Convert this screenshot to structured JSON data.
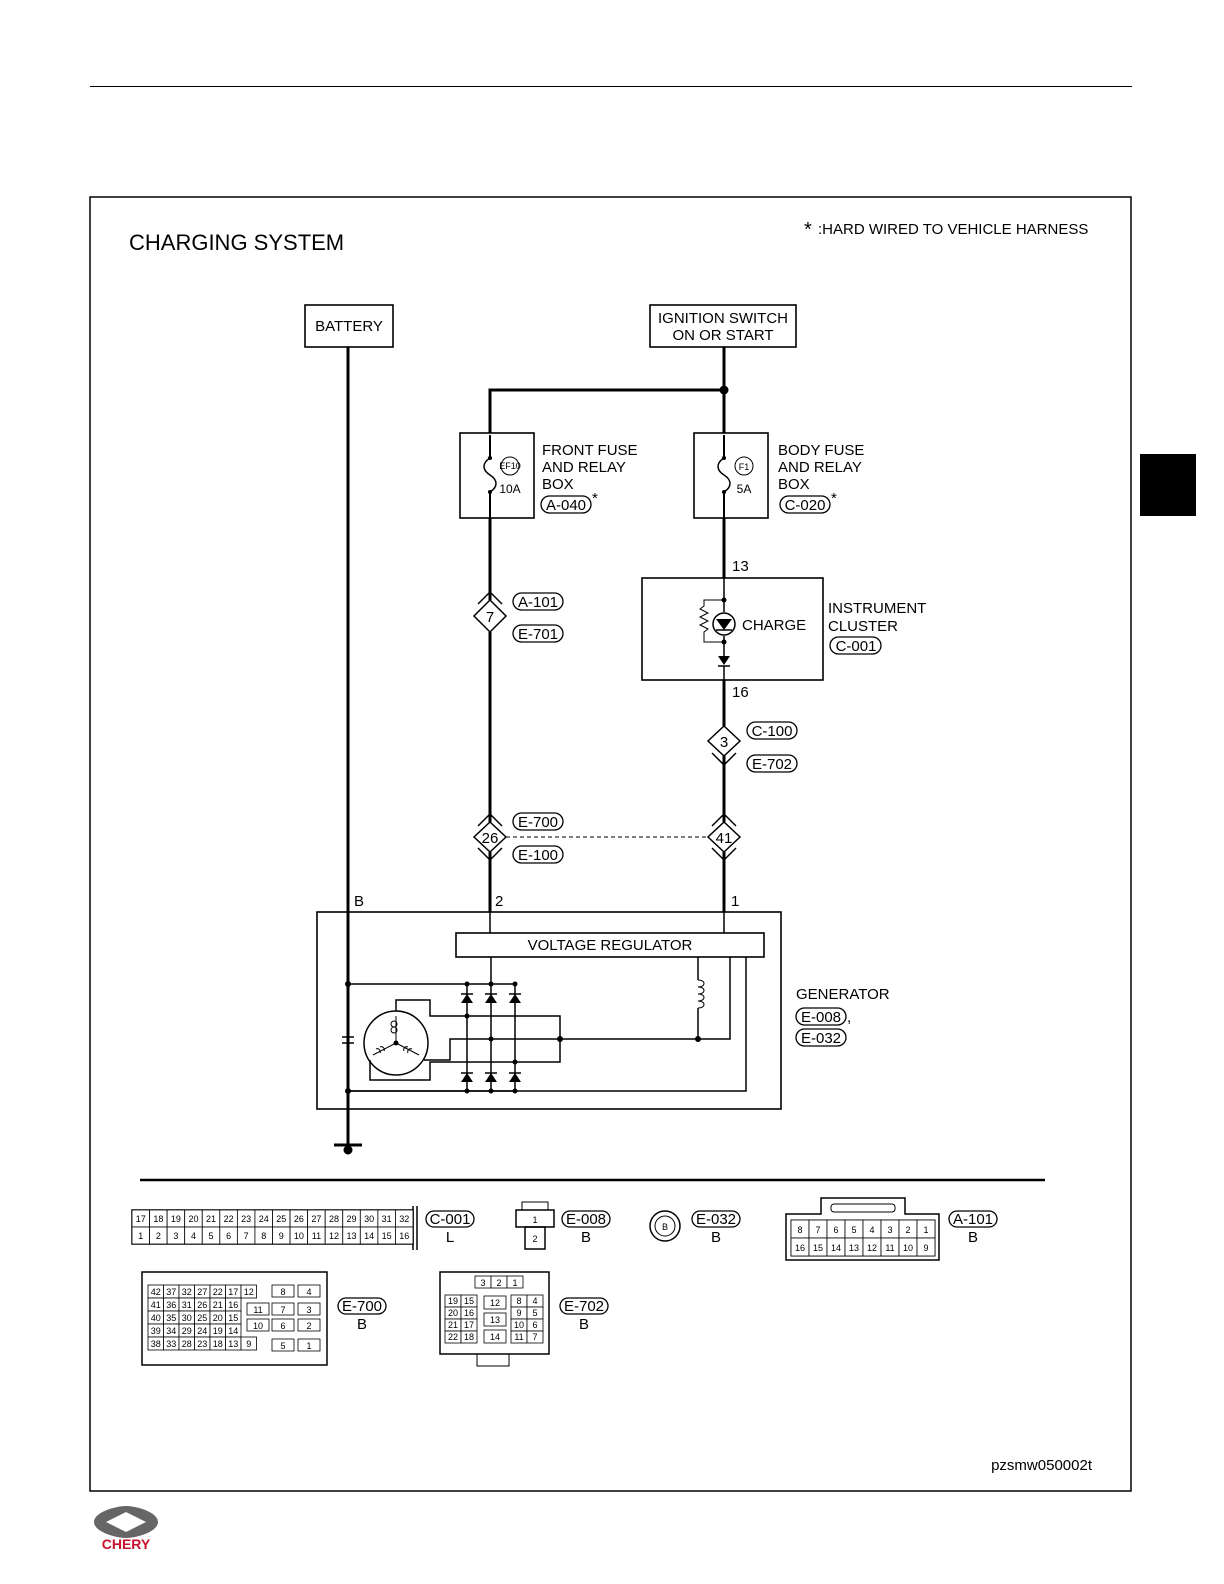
{
  "title": "CHARGING SYSTEM",
  "note": {
    "mark": "*",
    "text": ":HARD WIRED TO VEHICLE HARNESS"
  },
  "battery_label": "BATTERY",
  "ignition_switch": {
    "line1": "IGNITION SWITCH",
    "line2": "ON OR START"
  },
  "front_fuse_box": {
    "fuse_id": "EF10",
    "rating": "10A",
    "line1": "FRONT FUSE",
    "line2": "AND RELAY",
    "line3": "BOX",
    "connector": "A-040",
    "mark": "*"
  },
  "body_fuse_box": {
    "fuse_id": "F1",
    "rating": "5A",
    "line1": "BODY FUSE",
    "line2": "AND RELAY",
    "line3": "BOX",
    "connector": "C-020",
    "mark": "*"
  },
  "instrument_cluster": {
    "line1": "INSTRUMENT",
    "line2": "CLUSTER",
    "connector": "C-001",
    "lamp_label": "CHARGE",
    "pin_in": "13",
    "pin_out": "16"
  },
  "inline_connectors": [
    {
      "pin": "7",
      "upper": "A-101",
      "lower": "E-701"
    },
    {
      "pin": "3",
      "upper": "C-100",
      "lower": "E-702"
    },
    {
      "pin": "26",
      "upper": "E-700",
      "lower": "E-100"
    },
    {
      "pin": "41",
      "upper": "",
      "lower": ""
    }
  ],
  "generator": {
    "label": "GENERATOR",
    "connector1": "E-008",
    "separator": ",",
    "connector2": "E-032",
    "regulator_label": "VOLTAGE REGULATOR",
    "pin_b": "B",
    "pin_2": "2",
    "pin_1": "1"
  },
  "connector_views": {
    "c001": {
      "code": "C-001",
      "color": "L",
      "top_row": [
        "17",
        "18",
        "19",
        "20",
        "21",
        "22",
        "23",
        "24",
        "25",
        "26",
        "27",
        "28",
        "29",
        "30",
        "31",
        "32"
      ],
      "bottom_row": [
        "1",
        "2",
        "3",
        "4",
        "5",
        "6",
        "7",
        "8",
        "9",
        "10",
        "11",
        "12",
        "13",
        "14",
        "15",
        "16"
      ]
    },
    "e008": {
      "code": "E-008",
      "color": "B",
      "pins": [
        "1",
        "2"
      ]
    },
    "e032": {
      "code": "E-032",
      "color": "B",
      "pin": "B"
    },
    "a101": {
      "code": "A-101",
      "color": "B",
      "top_row": [
        "8",
        "7",
        "6",
        "5",
        "4",
        "3",
        "2",
        "1"
      ],
      "bottom_row": [
        "16",
        "15",
        "14",
        "13",
        "12",
        "11",
        "10",
        "9"
      ]
    },
    "e700": {
      "code": "E-700",
      "color": "B",
      "grid": [
        [
          "42",
          "37",
          "32",
          "27",
          "22",
          "17",
          "12"
        ],
        [
          "41",
          "36",
          "31",
          "26",
          "21",
          "16"
        ],
        [
          "40",
          "35",
          "30",
          "25",
          "20",
          "15"
        ],
        [
          "39",
          "34",
          "29",
          "24",
          "19",
          "14"
        ],
        [
          "38",
          "33",
          "28",
          "23",
          "18",
          "13",
          "9"
        ]
      ],
      "right_pins": [
        "8",
        "4",
        "11",
        "7",
        "3",
        "10",
        "6",
        "2",
        "5",
        "1"
      ]
    },
    "e702": {
      "code": "E-702",
      "color": "B",
      "top": [
        "3",
        "2",
        "1"
      ],
      "left": [
        [
          "19",
          "15"
        ],
        [
          "20",
          "16"
        ],
        [
          "21",
          "17"
        ],
        [
          "22",
          "18"
        ]
      ],
      "mid": [
        "12",
        "13",
        "14"
      ],
      "right": [
        [
          "8",
          "4"
        ],
        [
          "9",
          "5"
        ],
        [
          "10",
          "6"
        ],
        [
          "11",
          "7"
        ]
      ]
    }
  },
  "figure_code": "pzsmw050002t",
  "logo_text": "CHERY"
}
